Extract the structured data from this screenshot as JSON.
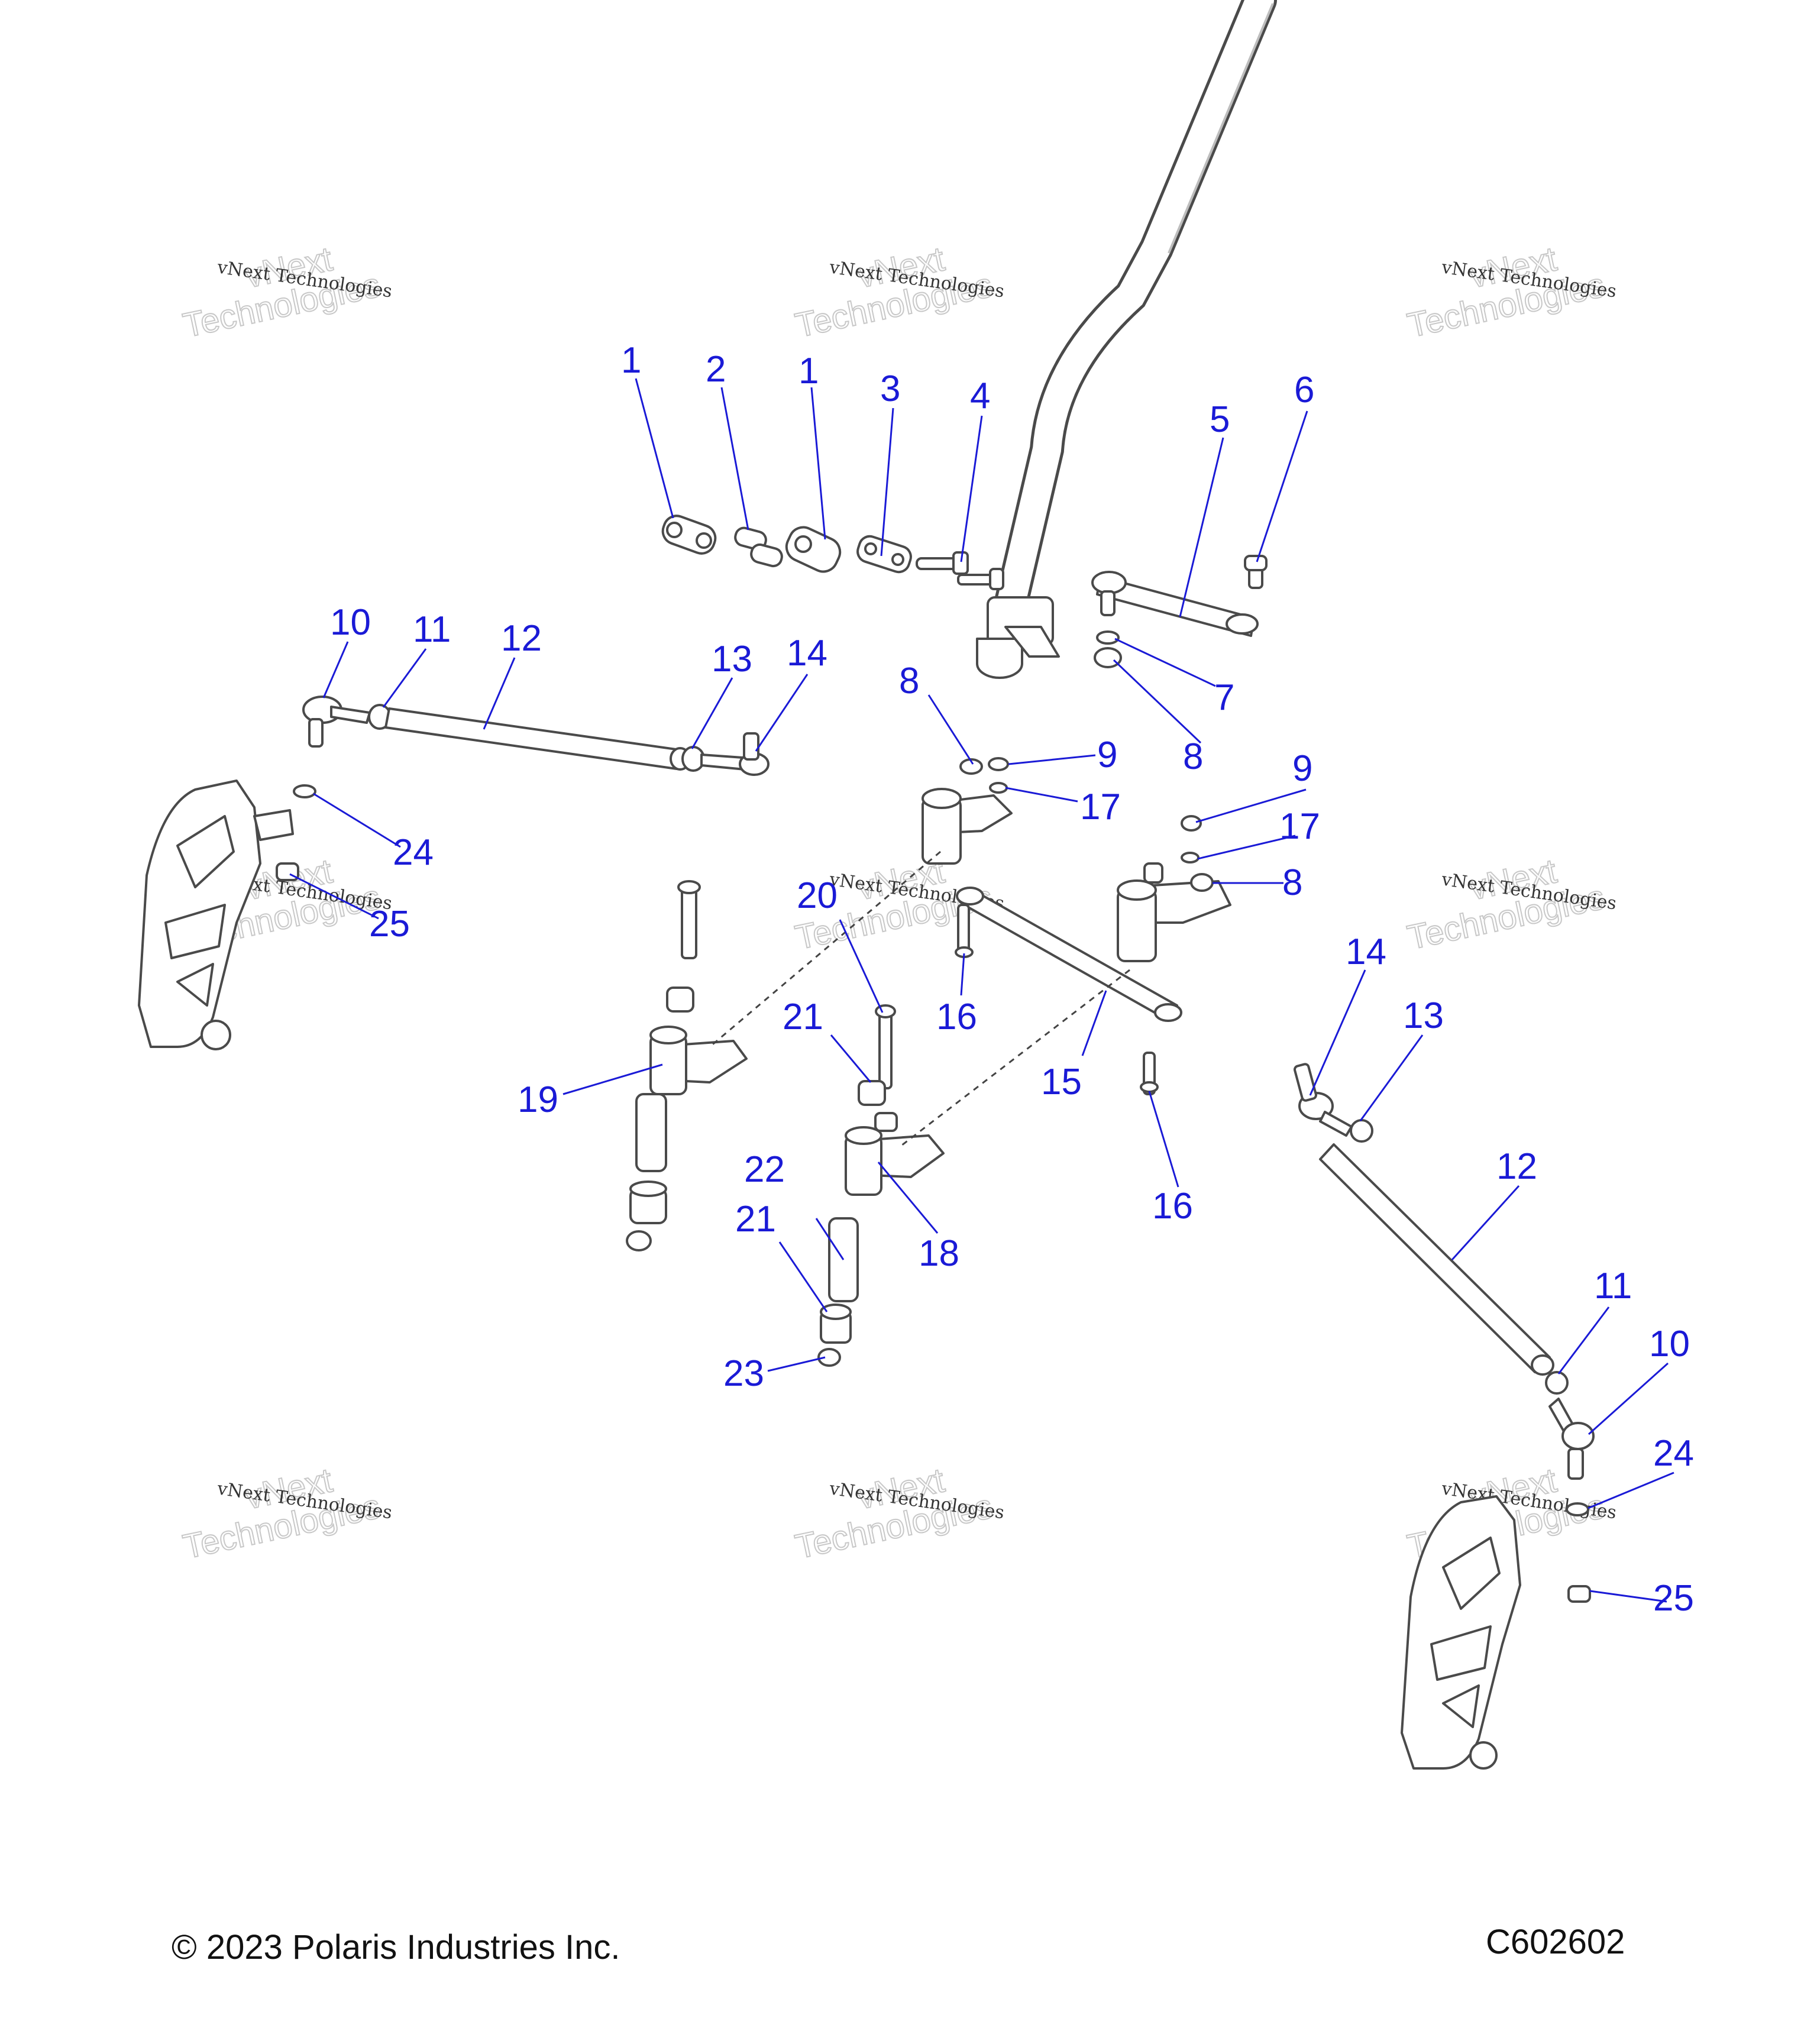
{
  "diagram": {
    "callouts": [
      "1",
      "2",
      "1",
      "3",
      "4",
      "5",
      "6",
      "7",
      "8",
      "8",
      "9",
      "17",
      "9",
      "17",
      "8",
      "10",
      "11",
      "12",
      "13",
      "14",
      "24",
      "25",
      "20",
      "16",
      "15",
      "16",
      "21",
      "19",
      "18",
      "22",
      "21",
      "23",
      "14",
      "13",
      "12",
      "11",
      "10",
      "24",
      "25"
    ],
    "watermark": {
      "line1": "vNext Technologies",
      "line2": "vNext",
      "line3": "Technologies"
    }
  },
  "footer": {
    "copyright": "© 2023 Polaris Industries Inc.",
    "code": "C602602"
  }
}
